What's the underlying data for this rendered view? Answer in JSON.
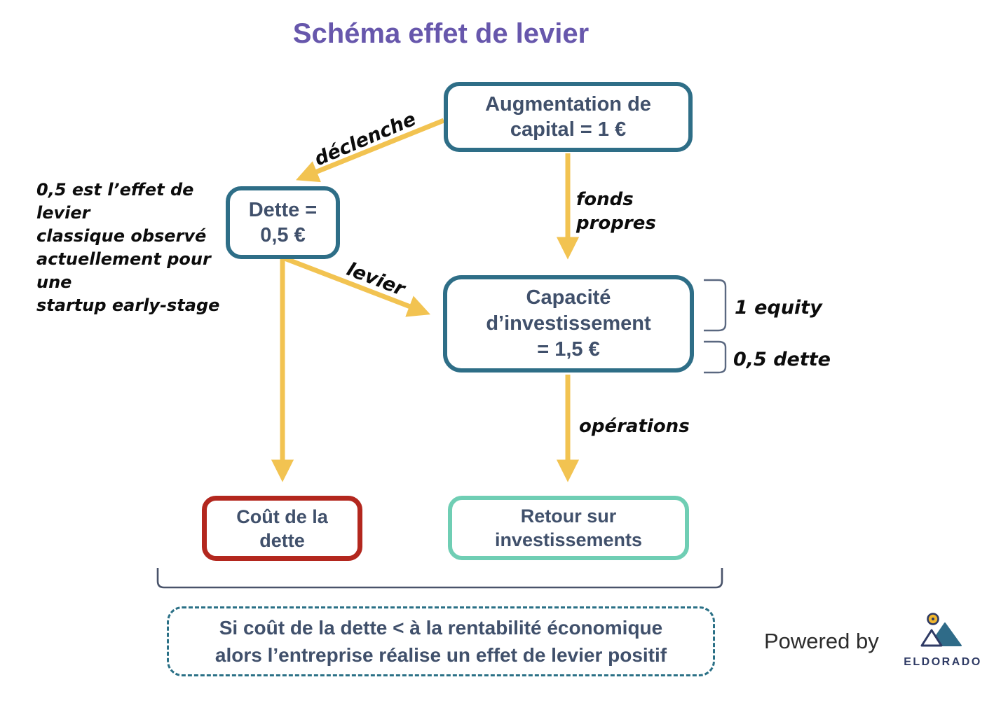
{
  "title": "Schéma effet de levier",
  "boxes": {
    "augmentation": "Augmentation de\ncapital = 1 €",
    "dette": "Dette =\n0,5 €",
    "capacite": "Capacité\nd’investissement\n= 1,5 €",
    "cout": "Coût de la\ndette",
    "retour": "Retour sur\ninvestissements",
    "conclusion": "Si coût de la dette < à la rentabilité économique\nalors l’entreprise réalise un effet de levier positif"
  },
  "arrow_labels": {
    "declenche": "déclenche",
    "fonds_propres": "fonds\npropres",
    "levier": "levier",
    "operations": "opérations"
  },
  "annotations": {
    "leverage_note": "0,5 est l’effet de levier\nclassique observé\nactuellement pour une\nstartup early-stage",
    "equity": "1 equity",
    "dette_bracket": "0,5 dette"
  },
  "footer": {
    "powered_by": "Powered by",
    "logo_text": "ELDORADO"
  },
  "colors": {
    "title_purple": "#6757ac",
    "box_border_teal": "#2e6e87",
    "box_text": "#40506b",
    "arrow_yellow": "#f2c351",
    "cout_border_red": "#b3271e",
    "retour_border_mint": "#6fceb4",
    "bracket_gray": "#5a6880",
    "logo_navy": "#2e3a64",
    "logo_mountain_teal": "#2f6b88",
    "logo_sun_yellow": "#f0b62e"
  }
}
